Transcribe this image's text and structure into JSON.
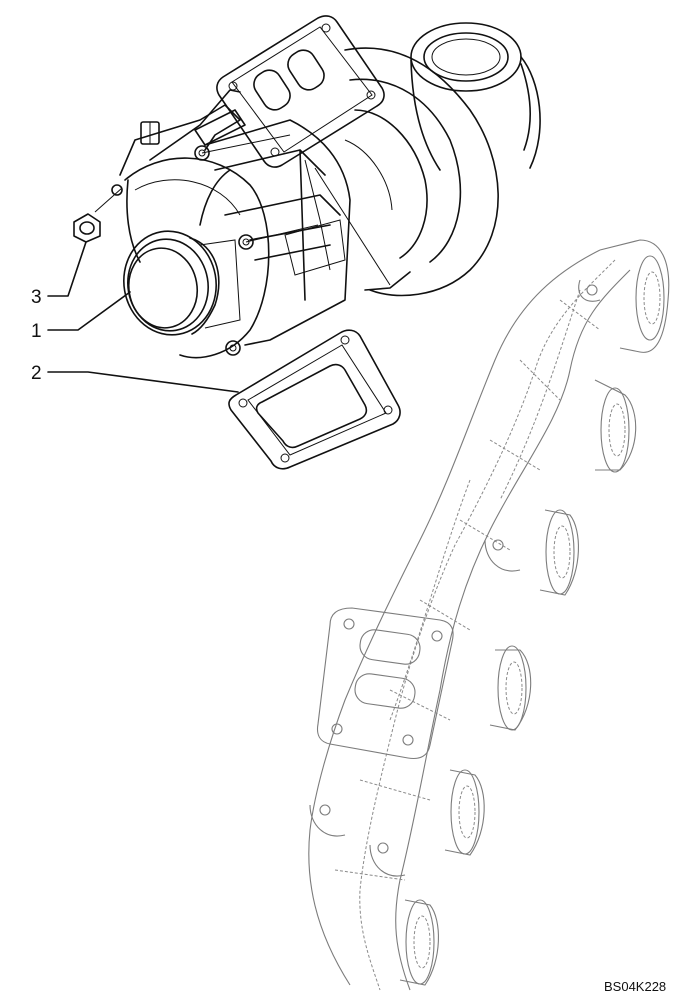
{
  "callouts": [
    {
      "number": "1",
      "part": "turbocharger"
    },
    {
      "number": "2",
      "part": "gasket"
    },
    {
      "number": "3",
      "part": "nut"
    }
  ],
  "drawing_code": "BS04K228",
  "colors": {
    "line": "#111111",
    "manifold": "#8a8a8a",
    "background": "#ffffff"
  }
}
